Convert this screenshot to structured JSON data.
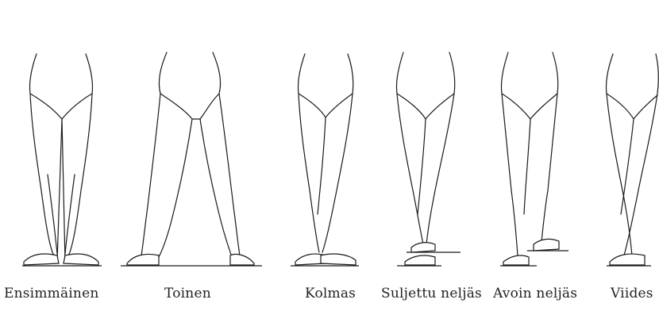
{
  "positions": [
    {
      "label": "Ensimmäinen"
    },
    {
      "label": "Toinen"
    },
    {
      "label": "Kolmas"
    },
    {
      "label": "Suljettu neljäs"
    },
    {
      "label": "Avoin neljäs"
    },
    {
      "label": "Viides"
    }
  ],
  "colors": {
    "ink": "#1a1a1a",
    "background": "#ffffff"
  }
}
